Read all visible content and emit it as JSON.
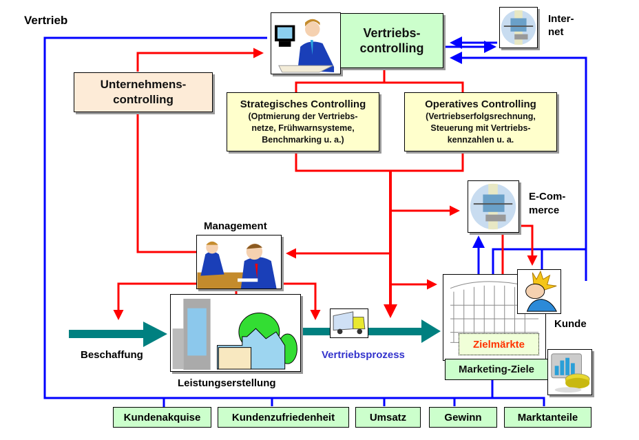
{
  "title": "Vertrieb",
  "nodes": {
    "vertriebscontrolling": {
      "line1": "Vertriebs-",
      "line2": "controlling"
    },
    "unternehmenscontrolling": {
      "line1": "Unternehmens-",
      "line2": "controlling"
    },
    "strategisches": {
      "heading": "Strategisches Controlling",
      "line1": "(Optmierung der Vertriebs-",
      "line2": "netze, Frühwarnsysteme,",
      "line3": "Benchmarking u. a.)"
    },
    "operatives": {
      "heading": "Operatives Controlling",
      "line1": "(Vertriebserfolgsrechnung,",
      "line2": "Steuerung mit Vertriebs-",
      "line3": "kennzahlen u. a."
    },
    "internet": {
      "line1": "Inter-",
      "line2": "net"
    },
    "ecommerce": {
      "line1": "E-Com-",
      "line2": "merce"
    },
    "management": "Management",
    "beschaffung": "Beschaffung",
    "leistungserstellung": "Leistungserstellung",
    "vertriebsprozess": "Vertriebsprozess",
    "zielmaerkte": "Zielmärkte",
    "kunde": "Kunde",
    "marketing_ziele": "Marketing-Ziele"
  },
  "kpis": [
    "Kundenakquise",
    "Kundenzufriedenheit",
    "Umsatz",
    "Gewinn",
    "Marktanteile"
  ],
  "icons": {
    "controller": "businessman-at-computer-icon",
    "internet": "globe-network-icon",
    "ecommerce": "globe-network-icon",
    "management": "business-meeting-icon",
    "production": "factory-building-icon",
    "transport": "truck-icon",
    "market": "building-interior-icon",
    "customer": "king-customer-icon",
    "analytics": "chart-icon"
  },
  "colors": {
    "blue_flow": "#0000ff",
    "red_flow": "#ff0000",
    "process_arrow": "#008080",
    "vertriebsprozess_text": "#3333cc",
    "zielmaerkte_text": "#ff3300"
  }
}
